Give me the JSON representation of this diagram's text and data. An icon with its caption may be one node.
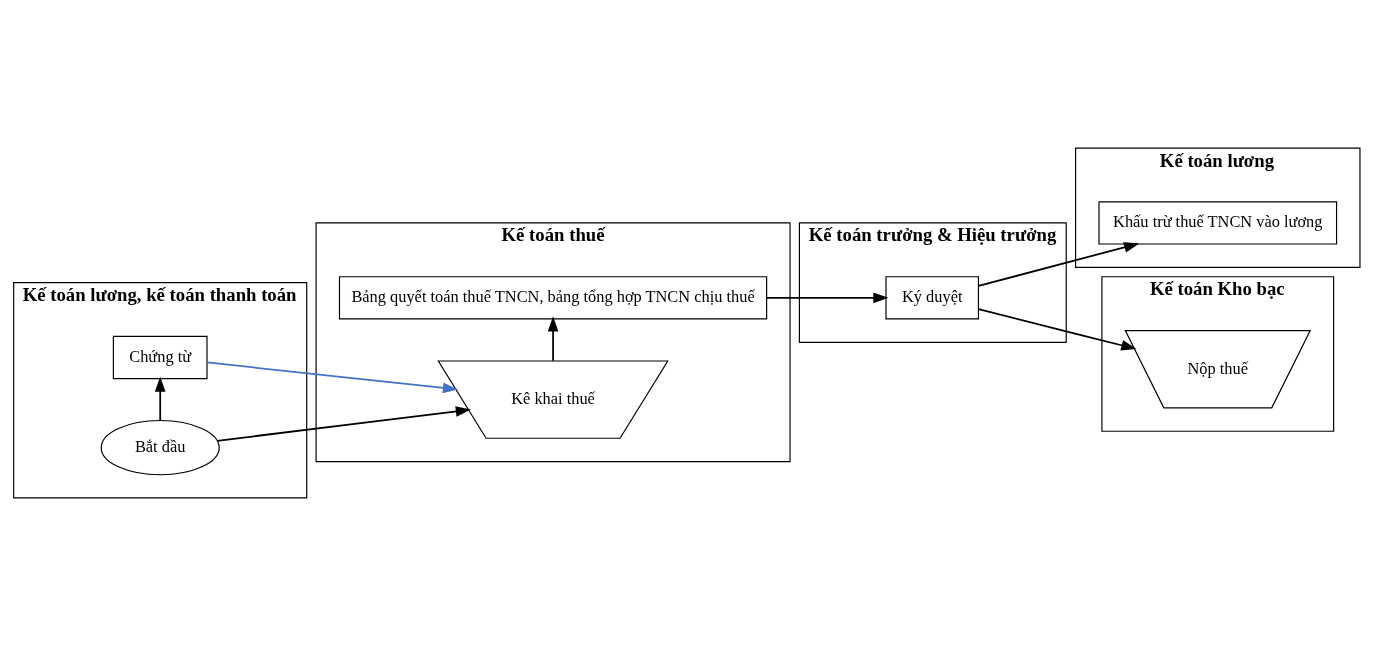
{
  "diagram": {
    "nodes": [
      {
        "text": [
          "Kế toán lương, kế toán thanh toán"
        ]
      },
      {
        "text": [
          "Kế toán thuế"
        ]
      },
      {
        "text": [
          "Kế toán trưởng & Hiệu trưởng"
        ]
      },
      {
        "text": [
          "Kế toán lương"
        ]
      },
      {
        "text": [
          "Kế toán Kho bạc"
        ]
      },
      {
        "text": [
          "Bắt đầu"
        ],
        "in": 0
      },
      {
        "text": [
          "Chứng từ"
        ],
        "in": 0
      },
      {
        "text": [
          "Kê khai thuế"
        ],
        "in": 1
      },
      {
        "text": [
          "Bảng quyết toán thuế TNCN, bảng tổng hợp TNCN chịu thuế"
        ],
        "in": 1
      },
      {
        "text": [
          "Ký duyệt"
        ],
        "in": 2
      },
      {
        "text": [
          "Khấu trừ thuế TNCN vào lương"
        ],
        "in": 3
      },
      {
        "text": [
          "Nộp thuế"
        ],
        "in": 4
      }
    ],
    "edges": [
      {
        "from": 5,
        "to": 6,
        "arrow": "to"
      },
      {
        "from": 5,
        "to": 7,
        "arrow": "to"
      },
      {
        "from": 6,
        "to": 7,
        "arrow": "to",
        "color": "#4472c4"
      },
      {
        "from": 7,
        "to": 8,
        "arrow": "to"
      },
      {
        "from": 8,
        "to": 9,
        "arrow": "to"
      },
      {
        "from": 9,
        "to": 10,
        "arrow": "to"
      },
      {
        "from": 9,
        "to": 11,
        "arrow": "to"
      }
    ]
  }
}
